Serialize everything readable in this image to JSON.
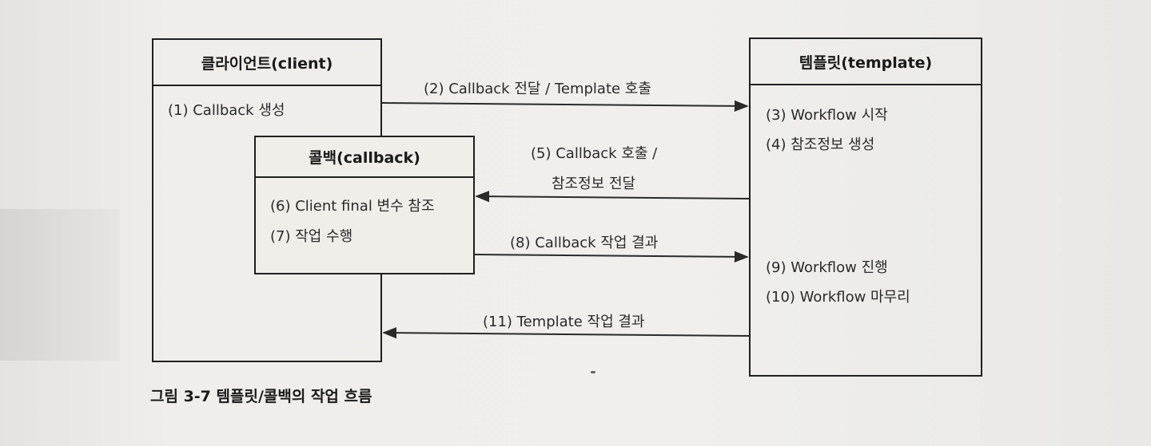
{
  "client": {
    "title": "클라이언트(client)",
    "items": [
      "(1) Callback 생성"
    ]
  },
  "callback": {
    "title": "콜백(callback)",
    "items": [
      "(6) Client final 변수 참조",
      "(7) 작업 수행"
    ]
  },
  "template": {
    "title": "템플릿(template)",
    "items": [
      "(3) Workflow 시작",
      "(4) 참조정보 생성",
      "(9) Workflow 진행",
      "(10) Workflow 마무리"
    ]
  },
  "arrows": {
    "a2": "(2) Callback 전달 / Template 호출",
    "a5_line1": "(5) Callback 호출 /",
    "a5_line2": "참조정보 전달",
    "a8": "(8) Callback 작업 결과",
    "a11": "(11) Template 작업 결과"
  },
  "caption": "그림 3-7 템플릿/콜백의 작업 흐름"
}
